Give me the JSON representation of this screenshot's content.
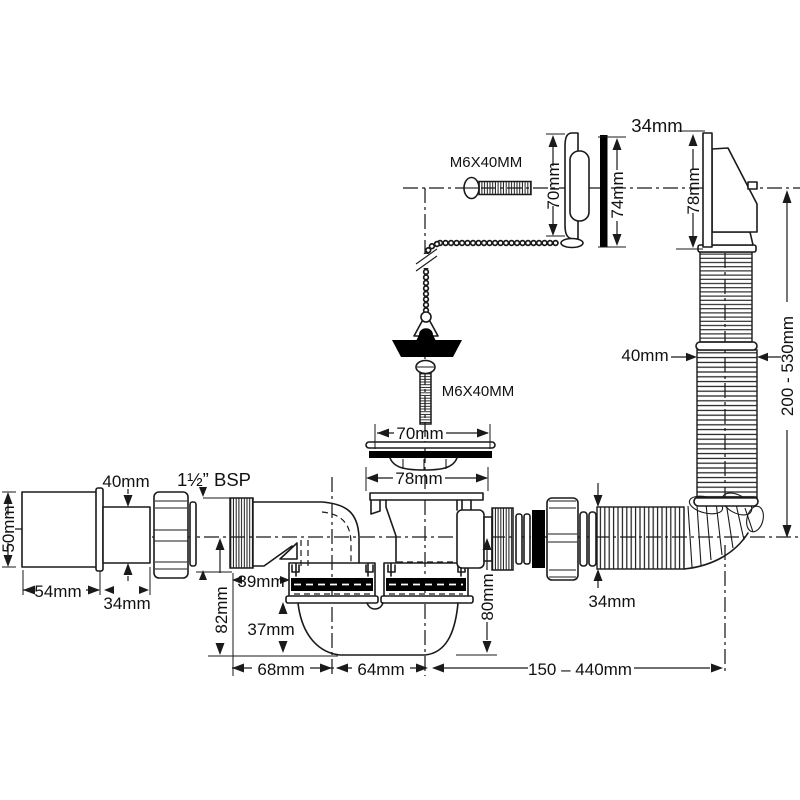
{
  "diagram": {
    "colors": {
      "line": "#1a1a1a",
      "background": "#ffffff",
      "seal": "#000000"
    },
    "labels": {
      "screw_top": "M6X40MM",
      "plug_flange_height": "70mm",
      "seal_washer_height": "74mm",
      "overflow_note": "34mm",
      "overflow_plate_height": "78mm",
      "overflow_hose_length": "200 - 530mm",
      "overflow_hose_diameter": "40mm",
      "screw_mid": "M6X40MM",
      "strainer_diameter": "70mm",
      "flange_diameter": "78mm",
      "inlet_pipe_diameter": "40mm",
      "thread_size": "1½” BSP",
      "reducer_diameter": "50mm",
      "reducer_length": "54mm",
      "reducer_spigot_length": "34mm",
      "inlet_length": "39mm",
      "trap_depth": "82mm",
      "bowl_depth": "37mm",
      "inlet_span": "68mm",
      "seat_span": "64mm",
      "outlet_depth": "80mm",
      "outlet_hose_diameter": "34mm",
      "outlet_hose_length": "150 – 440mm"
    }
  }
}
